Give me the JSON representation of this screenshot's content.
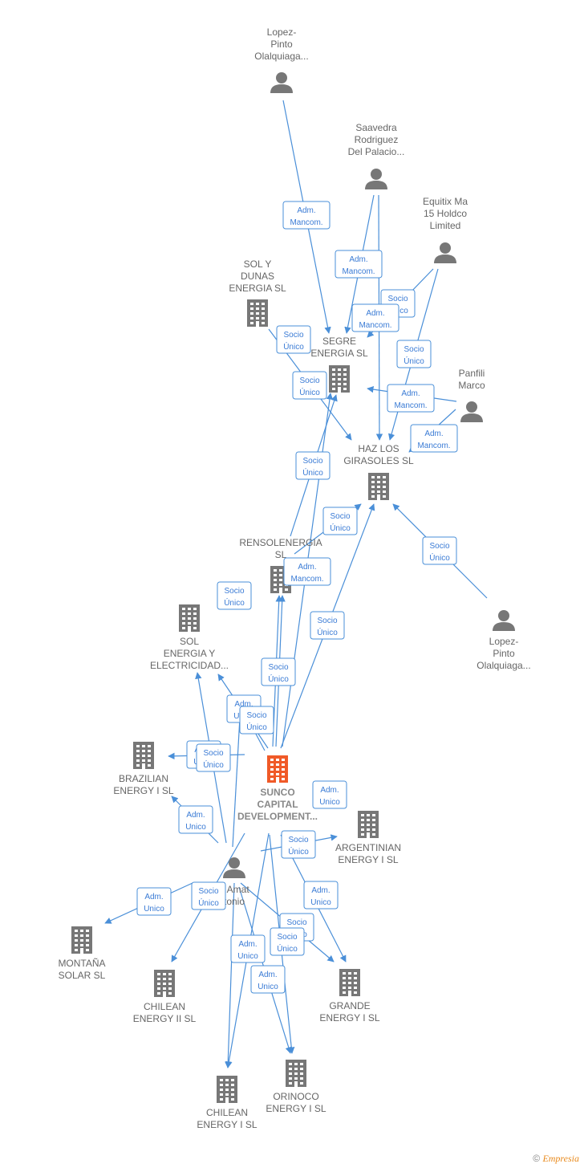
{
  "colors": {
    "edge": "#4a8fd8",
    "company": "#777777",
    "main_company": "#f05a28",
    "person": "#777777"
  },
  "nodes": [
    {
      "id": "p_lopez1",
      "kind": "person",
      "label": [
        "Lopez-",
        "Pinto",
        "Olalquiaga..."
      ]
    },
    {
      "id": "p_saavedra",
      "kind": "person",
      "label": [
        "Saavedra",
        "Rodriguez",
        "Del Palacio..."
      ]
    },
    {
      "id": "p_equitix",
      "kind": "person",
      "label": [
        "Equitix Ma",
        "15 Holdco",
        "Limited"
      ]
    },
    {
      "id": "c_soly",
      "kind": "company",
      "label": [
        "SOL Y",
        "DUNAS",
        "ENERGIA  SL"
      ]
    },
    {
      "id": "c_segre",
      "kind": "company",
      "label": [
        "SEGRE",
        "ENERGIA  SL"
      ]
    },
    {
      "id": "p_panfili",
      "kind": "person",
      "label": [
        "Panfili",
        "Marco"
      ]
    },
    {
      "id": "c_haz",
      "kind": "company",
      "label": [
        "HAZ LOS",
        "GIRASOLES  SL"
      ]
    },
    {
      "id": "c_rensol",
      "kind": "company",
      "label": [
        "RENSOLENERGIA",
        "SL"
      ]
    },
    {
      "id": "c_sol",
      "kind": "company",
      "label": [
        "SOL",
        "ENERGIA Y",
        "ELECTRICIDAD..."
      ]
    },
    {
      "id": "p_lopez2",
      "kind": "person",
      "label": [
        "Lopez-",
        "Pinto",
        "Olalquiaga..."
      ]
    },
    {
      "id": "c_brazil",
      "kind": "company",
      "label": [
        "BRAZILIAN",
        "ENERGY I  SL"
      ]
    },
    {
      "id": "c_sunco",
      "kind": "main",
      "label": [
        "SUNCO",
        "CAPITAL",
        "DEVELOPMENT..."
      ]
    },
    {
      "id": "c_argentin",
      "kind": "company",
      "label": [
        "ARGENTINIAN",
        "ENERGY I  SL"
      ]
    },
    {
      "id": "p_amat",
      "kind": "person",
      "label": [
        "a Amat",
        "tonio"
      ]
    },
    {
      "id": "c_montana",
      "kind": "company",
      "label": [
        "MONTAÑA",
        "SOLAR  SL"
      ]
    },
    {
      "id": "c_chilean2",
      "kind": "company",
      "label": [
        "CHILEAN",
        "ENERGY II  SL"
      ]
    },
    {
      "id": "c_grande",
      "kind": "company",
      "label": [
        "GRANDE",
        "ENERGY I  SL"
      ]
    },
    {
      "id": "c_chilean1",
      "kind": "company",
      "label": [
        "CHILEAN",
        "ENERGY I  SL"
      ]
    },
    {
      "id": "c_orinoco",
      "kind": "company",
      "label": [
        "ORINOCO",
        "ENERGY I  SL"
      ]
    }
  ],
  "relation_boxes": [
    {
      "lines": [
        "Adm.",
        "Mancom."
      ]
    },
    {
      "lines": [
        "Adm.",
        "Mancom."
      ]
    },
    {
      "lines": [
        "Socio",
        "Único"
      ]
    },
    {
      "lines": [
        "Adm.",
        "Mancom."
      ]
    },
    {
      "lines": [
        "Socio",
        "Único"
      ]
    },
    {
      "lines": [
        "Socio",
        "Único"
      ]
    },
    {
      "lines": [
        "Socio",
        "Único"
      ]
    },
    {
      "lines": [
        "Adm.",
        "Mancom."
      ]
    },
    {
      "lines": [
        "Adm.",
        "Mancom."
      ]
    },
    {
      "lines": [
        "Socio",
        "Único"
      ]
    },
    {
      "lines": [
        "Socio",
        "Único"
      ]
    },
    {
      "lines": [
        "Adm.",
        "Mancom."
      ]
    },
    {
      "lines": [
        "Socio",
        "Único"
      ]
    },
    {
      "lines": [
        "Socio",
        "Único"
      ]
    },
    {
      "lines": [
        "Socio",
        "Único"
      ]
    },
    {
      "lines": [
        "Socio",
        "Único"
      ]
    },
    {
      "lines": [
        "Adm.",
        "Unico"
      ]
    },
    {
      "lines": [
        "Socio",
        "Único"
      ]
    },
    {
      "lines": [
        "Adm.",
        "Unico"
      ]
    },
    {
      "lines": [
        "Socio",
        "Único"
      ]
    },
    {
      "lines": [
        "Adm.",
        "Unico"
      ]
    },
    {
      "lines": [
        "Adm.",
        "Unico"
      ]
    },
    {
      "lines": [
        "Socio",
        "Único"
      ]
    },
    {
      "lines": [
        "Adm.",
        "Unico"
      ]
    },
    {
      "lines": [
        "Socio",
        "Único"
      ]
    },
    {
      "lines": [
        "Adm.",
        "Unico"
      ]
    },
    {
      "lines": [
        "Socio",
        "Único"
      ]
    },
    {
      "lines": [
        "Socio",
        "Único"
      ]
    },
    {
      "lines": [
        "Adm.",
        "Unico"
      ]
    },
    {
      "lines": [
        "Adm.",
        "Unico"
      ]
    }
  ],
  "footer": {
    "copyright": "©",
    "brand": "Empresia"
  }
}
